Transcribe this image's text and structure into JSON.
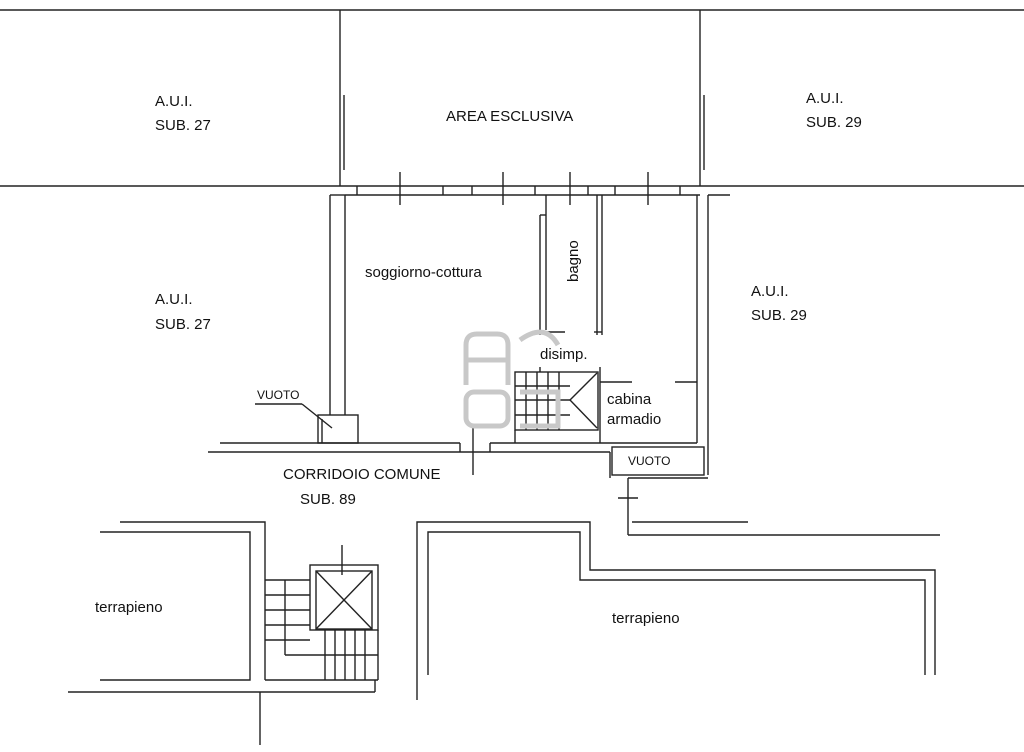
{
  "labels": {
    "aui_left_top": [
      "A.U.I.",
      "SUB. 27"
    ],
    "area_esclusiva": "AREA ESCLUSIVA",
    "aui_right_top": [
      "A.U.I.",
      "SUB. 29"
    ],
    "aui_left_mid": [
      "A.U.I.",
      "SUB. 27"
    ],
    "aui_right_mid": [
      "A.U.I.",
      "SUB. 29"
    ],
    "soggiorno": "soggiorno-cottura",
    "bagno": "bagno",
    "disimp": "disimp.",
    "cabina": [
      "cabina",
      "armadio"
    ],
    "vuoto_left": "VUOTO",
    "vuoto_right": "VUOTO",
    "corridoio": [
      "CORRIDOIO COMUNE",
      "SUB. 89"
    ],
    "terrapieno_left": "terrapieno",
    "terrapieno_right": "terrapieno"
  },
  "watermark": "AG"
}
